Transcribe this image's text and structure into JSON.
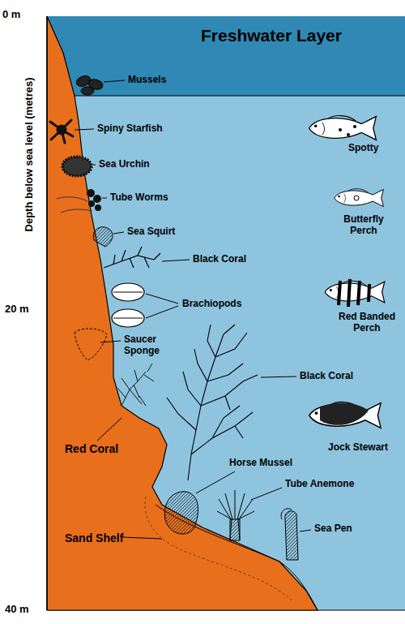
{
  "diagram": {
    "nodes": [
      {
        "text": [
          "Freshwater Layer"
        ]
      }
    ],
    "labels": [
      "0 m",
      "20 m",
      "40 m",
      "Depth below sea level (metres)",
      "Mussels",
      "Spiny Starfish",
      "Sea Urchin",
      "Tube Worms",
      "Sea Squirt",
      "Black Coral",
      "Brachiopods",
      "Saucer Sponge",
      "Black Coral",
      "Red Coral",
      "Horse Mussel",
      "Tube Anemone",
      "Sea Pen",
      "Sand Shelf",
      "Spotty",
      "Butterfly Perch",
      "Red Banded Perch",
      "Jock Stewart"
    ]
  }
}
